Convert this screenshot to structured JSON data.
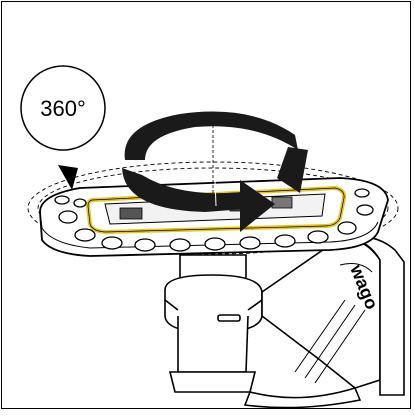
{
  "callout": {
    "label": "360°",
    "meaning": "rotation-angle"
  },
  "brand": {
    "text": "wago"
  },
  "icons": {
    "rotation": "rotation-arrow-icon",
    "callout": "angle-callout-icon"
  },
  "colors": {
    "outline": "#000000",
    "plate_fill": "#ffffff",
    "gasket": "#e8c51c",
    "arrow": "#1a1a1a",
    "frame_border": "#000000"
  }
}
